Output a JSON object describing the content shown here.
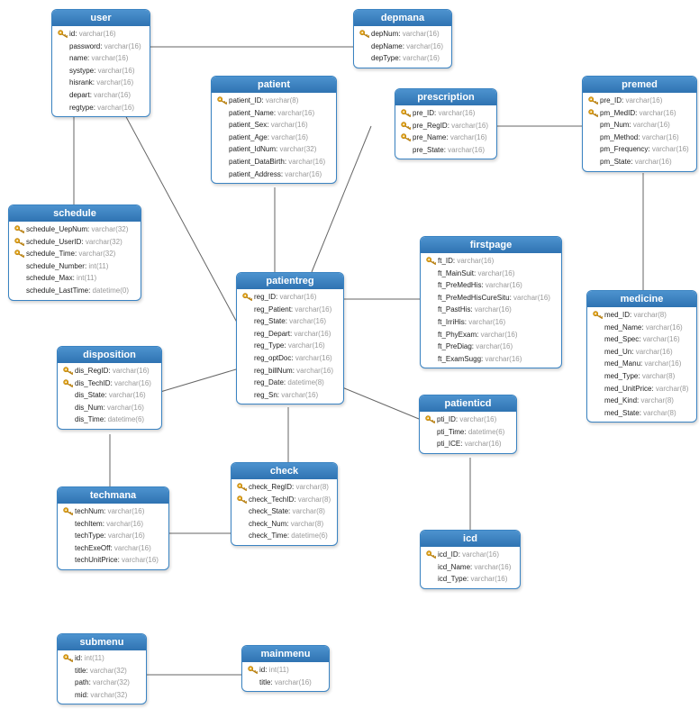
{
  "tables": [
    {
      "name": "user",
      "fields": [
        {
          "name": "id",
          "type": "varchar(16)",
          "pk": true
        },
        {
          "name": "password",
          "type": "varchar(16)"
        },
        {
          "name": "name",
          "type": "varchar(16)"
        },
        {
          "name": "systype",
          "type": "varchar(16)"
        },
        {
          "name": "hisrank",
          "type": "varchar(16)"
        },
        {
          "name": "depart",
          "type": "varchar(16)"
        },
        {
          "name": "regtype",
          "type": "varchar(16)"
        }
      ]
    },
    {
      "name": "depmana",
      "fields": [
        {
          "name": "depNum",
          "type": "varchar(16)",
          "pk": true
        },
        {
          "name": "depName",
          "type": "varchar(16)"
        },
        {
          "name": "depType",
          "type": "varchar(16)"
        }
      ]
    },
    {
      "name": "patient",
      "fields": [
        {
          "name": "patient_ID",
          "type": "varchar(8)",
          "pk": true
        },
        {
          "name": "patient_Name",
          "type": "varchar(16)"
        },
        {
          "name": "patient_Sex",
          "type": "varchar(16)"
        },
        {
          "name": "patient_Age",
          "type": "varchar(16)"
        },
        {
          "name": "patient_IdNum",
          "type": "varchar(32)"
        },
        {
          "name": "patient_DataBirth",
          "type": "varchar(16)"
        },
        {
          "name": "patient_Address",
          "type": "varchar(16)"
        }
      ]
    },
    {
      "name": "prescription",
      "fields": [
        {
          "name": "pre_ID",
          "type": "varchar(16)",
          "pk": true
        },
        {
          "name": "pre_RegID",
          "type": "varchar(16)",
          "pk": true
        },
        {
          "name": "pre_Name",
          "type": "varchar(16)",
          "pk": true
        },
        {
          "name": "pre_State",
          "type": "varchar(16)"
        }
      ]
    },
    {
      "name": "premed",
      "fields": [
        {
          "name": "pre_ID",
          "type": "varchar(16)",
          "pk": true
        },
        {
          "name": "pm_MedID",
          "type": "varchar(16)",
          "pk": true
        },
        {
          "name": "pm_Num",
          "type": "varchar(16)"
        },
        {
          "name": "pm_Method",
          "type": "varchar(16)"
        },
        {
          "name": "pm_Frequency",
          "type": "varchar(16)"
        },
        {
          "name": "pm_State",
          "type": "varchar(16)"
        }
      ]
    },
    {
      "name": "schedule",
      "fields": [
        {
          "name": "schedule_UepNum",
          "type": "varchar(32)",
          "pk": true
        },
        {
          "name": "schedule_UserID",
          "type": "varchar(32)",
          "pk": true
        },
        {
          "name": "schedule_Time",
          "type": "varchar(32)",
          "pk": true
        },
        {
          "name": "schedule_Number",
          "type": "int(11)"
        },
        {
          "name": "schedule_Max",
          "type": "int(11)"
        },
        {
          "name": "schedule_LastTime",
          "type": "datetime(0)"
        }
      ]
    },
    {
      "name": "firstpage",
      "fields": [
        {
          "name": "ft_ID",
          "type": "varchar(16)",
          "pk": true
        },
        {
          "name": "ft_MainSuit",
          "type": "varchar(16)"
        },
        {
          "name": "ft_PreMedHis",
          "type": "varchar(16)"
        },
        {
          "name": "ft_PreMedHisCureSitu",
          "type": "varchar(16)"
        },
        {
          "name": "ft_PastHis",
          "type": "varchar(16)"
        },
        {
          "name": "ft_IrriHis",
          "type": "varchar(16)"
        },
        {
          "name": "ft_PhyExam",
          "type": "varchar(16)"
        },
        {
          "name": "ft_PreDiag",
          "type": "varchar(16)"
        },
        {
          "name": "ft_ExamSugg",
          "type": "varchar(16)"
        }
      ]
    },
    {
      "name": "patientreg",
      "fields": [
        {
          "name": "reg_ID",
          "type": "varchar(16)",
          "pk": true
        },
        {
          "name": "reg_Patient",
          "type": "varchar(16)"
        },
        {
          "name": "reg_State",
          "type": "varchar(16)"
        },
        {
          "name": "reg_Depart",
          "type": "varchar(16)"
        },
        {
          "name": "reg_Type",
          "type": "varchar(16)"
        },
        {
          "name": "reg_optDoc",
          "type": "varchar(16)"
        },
        {
          "name": "reg_billNum",
          "type": "varchar(16)"
        },
        {
          "name": "reg_Date",
          "type": "datetime(8)"
        },
        {
          "name": "reg_Sn",
          "type": "varchar(16)"
        }
      ]
    },
    {
      "name": "medicine",
      "fields": [
        {
          "name": "med_ID",
          "type": "varchar(8)",
          "pk": true
        },
        {
          "name": "med_Name",
          "type": "varchar(16)"
        },
        {
          "name": "med_Spec",
          "type": "varchar(16)"
        },
        {
          "name": "med_Un",
          "type": "varchar(16)"
        },
        {
          "name": "med_Manu",
          "type": "varchar(16)"
        },
        {
          "name": "med_Type",
          "type": "varchar(8)"
        },
        {
          "name": "med_UnitPrice",
          "type": "varchar(8)"
        },
        {
          "name": "med_Kind",
          "type": "varchar(8)"
        },
        {
          "name": "med_State",
          "type": "varchar(8)"
        }
      ]
    },
    {
      "name": "disposition",
      "fields": [
        {
          "name": "dis_RegID",
          "type": "varchar(16)",
          "pk": true
        },
        {
          "name": "dis_TechID",
          "type": "varchar(16)",
          "pk": true
        },
        {
          "name": "dis_State",
          "type": "varchar(16)"
        },
        {
          "name": "dis_Num",
          "type": "varchar(16)"
        },
        {
          "name": "dis_Time",
          "type": "datetime(6)"
        }
      ]
    },
    {
      "name": "patienticd",
      "fields": [
        {
          "name": "pti_ID",
          "type": "varchar(16)",
          "pk": true
        },
        {
          "name": "pti_Time",
          "type": "datetime(6)"
        },
        {
          "name": "pti_ICE",
          "type": "varchar(16)"
        }
      ]
    },
    {
      "name": "check",
      "fields": [
        {
          "name": "check_RegID",
          "type": "varchar(8)",
          "pk": true
        },
        {
          "name": "check_TechID",
          "type": "varchar(8)",
          "pk": true
        },
        {
          "name": "check_State",
          "type": "varchar(8)"
        },
        {
          "name": "check_Num",
          "type": "varchar(8)"
        },
        {
          "name": "check_Time",
          "type": "datetime(6)"
        }
      ]
    },
    {
      "name": "techmana",
      "fields": [
        {
          "name": "techNum",
          "type": "varchar(16)",
          "pk": true
        },
        {
          "name": "techItem",
          "type": "varchar(16)"
        },
        {
          "name": "techType",
          "type": "varchar(16)"
        },
        {
          "name": "techExeOff",
          "type": "varchar(16)"
        },
        {
          "name": "techUnitPrice",
          "type": "varchar(16)"
        }
      ]
    },
    {
      "name": "icd",
      "fields": [
        {
          "name": "icd_ID",
          "type": "varchar(16)",
          "pk": true
        },
        {
          "name": "icd_Name",
          "type": "varchar(16)"
        },
        {
          "name": "icd_Type",
          "type": "varchar(16)"
        }
      ]
    },
    {
      "name": "submenu",
      "fields": [
        {
          "name": "id",
          "type": "int(11)",
          "pk": true
        },
        {
          "name": "title",
          "type": "varchar(32)"
        },
        {
          "name": "path",
          "type": "varchar(32)"
        },
        {
          "name": "mid",
          "type": "varchar(32)"
        }
      ]
    },
    {
      "name": "mainmenu",
      "fields": [
        {
          "name": "id",
          "type": "int(11)",
          "pk": true
        },
        {
          "name": "title",
          "type": "varchar(16)"
        }
      ]
    }
  ],
  "relations": [
    [
      "user",
      "depmana"
    ],
    [
      "user",
      "schedule"
    ],
    [
      "user",
      "patientreg"
    ],
    [
      "patient",
      "patientreg"
    ],
    [
      "prescription",
      "patientreg"
    ],
    [
      "prescription",
      "premed"
    ],
    [
      "premed",
      "medicine"
    ],
    [
      "firstpage",
      "patientreg"
    ],
    [
      "patientreg",
      "disposition"
    ],
    [
      "patientreg",
      "check"
    ],
    [
      "patientreg",
      "patienticd"
    ],
    [
      "disposition",
      "techmana"
    ],
    [
      "techmana",
      "check"
    ],
    [
      "patienticd",
      "icd"
    ],
    [
      "submenu",
      "mainmenu"
    ]
  ],
  "colors": {
    "header": "#3e82c0",
    "border": "#3a83c2",
    "line": "#666666",
    "key": "#e2a419"
  }
}
